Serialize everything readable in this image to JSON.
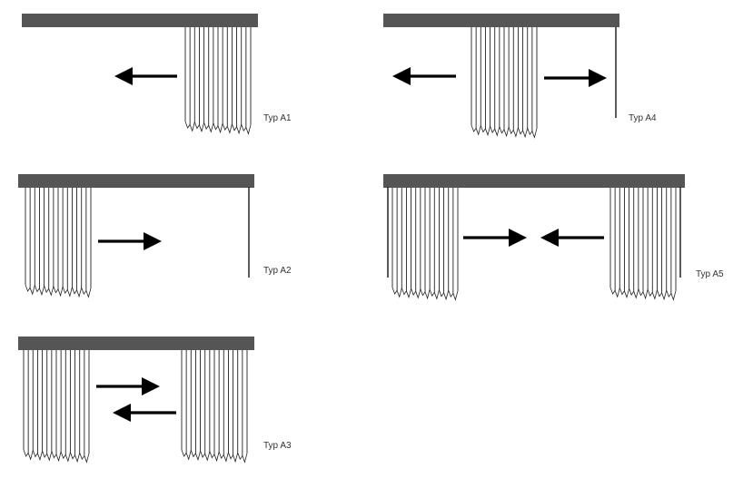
{
  "colors": {
    "rail": "#555555",
    "line": "#222222",
    "arrow": "#000000"
  },
  "diagrams": [
    {
      "id": "a1",
      "label": "Typ A1",
      "movement": [
        "left"
      ]
    },
    {
      "id": "a2",
      "label": "Typ A2",
      "movement": [
        "right"
      ]
    },
    {
      "id": "a3",
      "label": "Typ A3",
      "movement": [
        "right",
        "left"
      ]
    },
    {
      "id": "a4",
      "label": "Typ A4",
      "movement": [
        "left",
        "right"
      ]
    },
    {
      "id": "a5",
      "label": "Typ A5",
      "movement": [
        "right",
        "left"
      ]
    }
  ]
}
